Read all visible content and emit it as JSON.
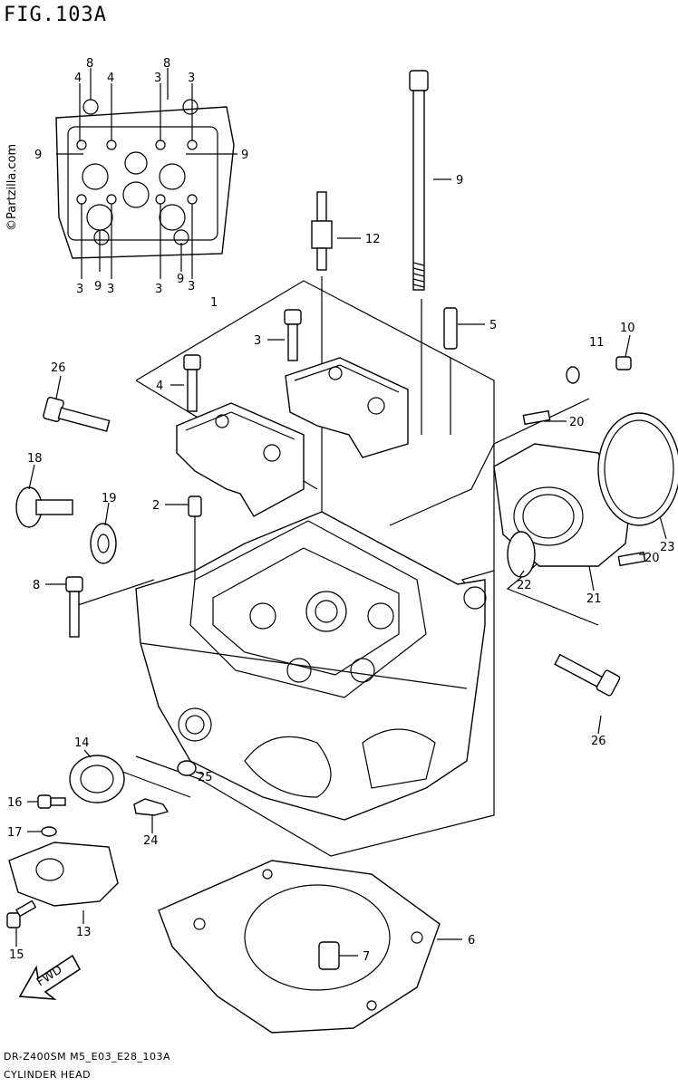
{
  "header": {
    "figure_title": "FIG.103A"
  },
  "footer": {
    "model_code": "DR-Z400SM M5_E03_E28_103A",
    "section_name": "CYLINDER HEAD"
  },
  "watermark": {
    "text": "©Partzilla.com"
  },
  "top_view_labels": {
    "top": [
      "8",
      "4",
      "4",
      "8",
      "3",
      "3"
    ],
    "side": [
      "9",
      "9"
    ],
    "bottom": [
      "3",
      "9",
      "3",
      "3",
      "9",
      "3"
    ],
    "assembly": "1"
  },
  "callouts": {
    "p2": "2",
    "p3": "3",
    "p4": "4",
    "p5": "5",
    "p6": "6",
    "p7": "7",
    "p8": "8",
    "p9": "9",
    "p10": "10",
    "p11": "11",
    "p12": "12",
    "p13": "13",
    "p14": "14",
    "p15": "15",
    "p16": "16",
    "p17": "17",
    "p18": "18",
    "p19": "19",
    "p20a": "20",
    "p20b": "20",
    "p21": "21",
    "p22": "22",
    "p23": "23",
    "p24": "24",
    "p25": "25",
    "p26a": "26",
    "p26b": "26"
  },
  "fwd_badge": "FWD"
}
